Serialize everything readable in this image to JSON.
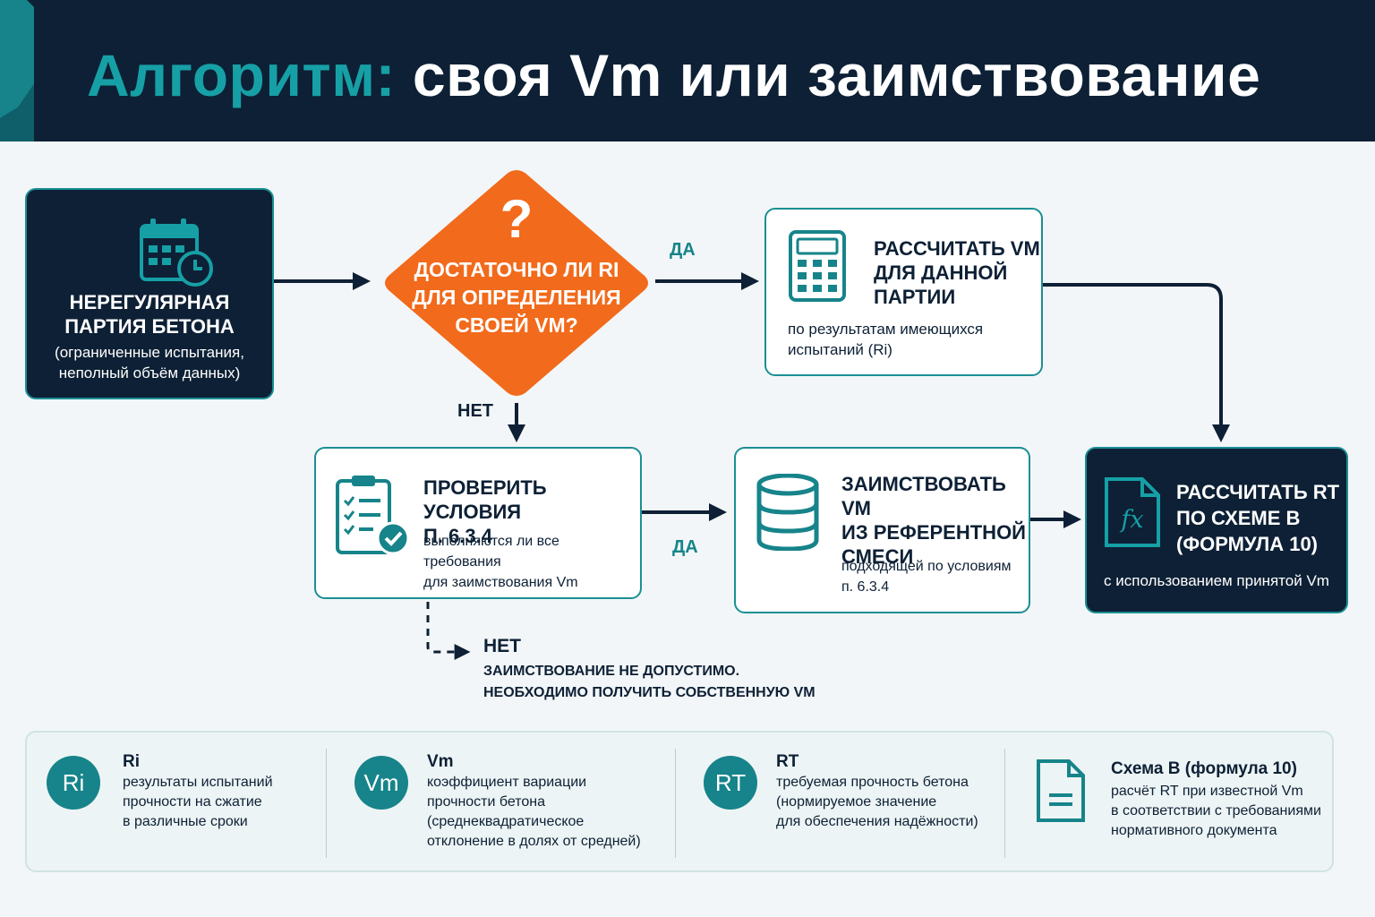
{
  "header": {
    "title_accent": "Алгоритм:",
    "title_rest": "своя Vm или заимствование"
  },
  "nodes": {
    "start": {
      "title_line1": "Нерегулярная",
      "title_line2": "партия бетона",
      "desc_line1": "(ограниченные испытания,",
      "desc_line2": "неполный объём данных)",
      "icon": "calendar-clock-icon"
    },
    "decision": {
      "symbol": "?",
      "line1": "Достаточно ли Ri",
      "line2": "для определения",
      "line3": "своей Vm?"
    },
    "calc_vm": {
      "title_line1": "Рассчитать Vm",
      "title_line2": "для данной",
      "title_line3": "партии",
      "desc_line1": "по результатам имеющихся",
      "desc_line2": "испытаний (Ri)",
      "icon": "calculator-icon"
    },
    "check": {
      "title_line1": "Проверить условия",
      "title_line2": "п. 6.3.4",
      "desc_line1": "выполняются ли все требования",
      "desc_line2": "для заимствования Vm",
      "icon": "clipboard-check-icon"
    },
    "borrow": {
      "title_line1": "Заимствовать Vm",
      "title_line2": "из референтной",
      "title_line3": "смеси",
      "desc_line1": "подходящей по условиям",
      "desc_line2": "п. 6.3.4",
      "icon": "database-icon"
    },
    "calc_rt": {
      "title_line1": "Рассчитать RT",
      "title_line2": "по схеме В",
      "title_line3": "(формула 10)",
      "desc": "с использованием принятой Vm",
      "icon": "formula-file-icon",
      "icon_text": "fx"
    }
  },
  "labels": {
    "yes_top": "ДА",
    "no_down": "НЕТ",
    "yes_bottom": "ДА"
  },
  "no_outcome": {
    "title": "НЕТ",
    "line1": "Заимствование не допустимо.",
    "line2": "Необходимо получить собственную Vm"
  },
  "legend": [
    {
      "badge": "Ri",
      "term": "Ri",
      "lines": [
        "результаты испытаний",
        "прочности на сжатие",
        "в различные сроки"
      ]
    },
    {
      "badge": "Vm",
      "term": "Vm",
      "lines": [
        "коэффициент вариации",
        "прочности бетона",
        "(среднеквадратическое",
        "отклонение в долях от средней)"
      ]
    },
    {
      "badge": "RT",
      "term": "RT",
      "lines": [
        "требуемая прочность бетона",
        "(нормируемое значение",
        "для обеспечения надёжности)"
      ]
    },
    {
      "icon": "document-icon",
      "term": "Схема В (формула 10)",
      "lines": [
        "расчёт RT при известной Vm",
        "в соответствии с требованиями",
        "нормативного документа"
      ]
    }
  ],
  "colors": {
    "navy": "#0d2035",
    "teal": "#16848a",
    "orange": "#f26a1b",
    "background": "#f3f6f8"
  }
}
